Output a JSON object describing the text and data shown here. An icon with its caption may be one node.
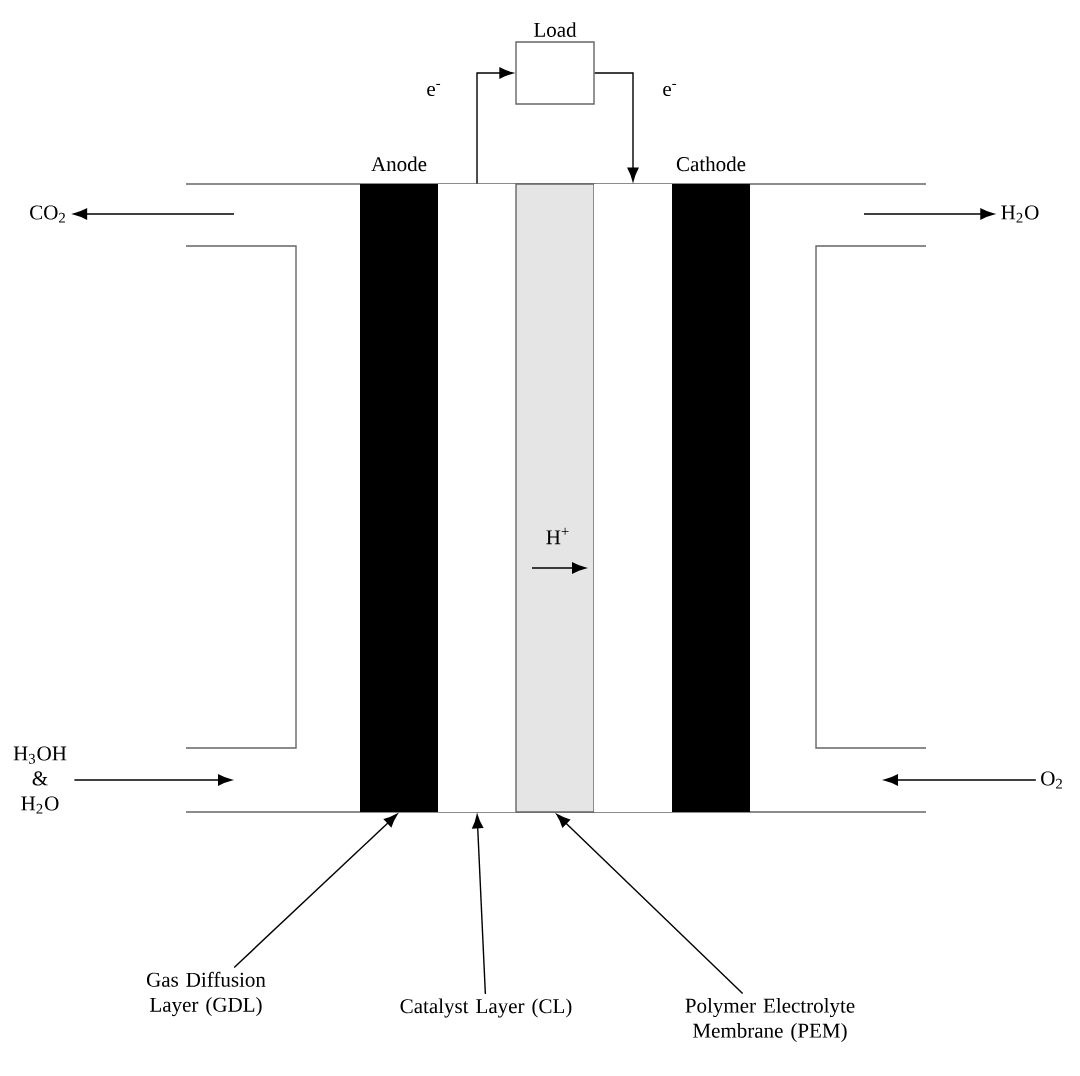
{
  "diagram": {
    "nodes": [
      {
        "text": [
          "Load"
        ]
      },
      {
        "text": [
          "Anode"
        ]
      },
      {
        "text": [],
        "shape": "bar"
      },
      {
        "text": [],
        "shape": "bar"
      },
      {
        "text": [],
        "shape": "bar"
      },
      {
        "text": [
          "Cathode"
        ]
      },
      {
        "text": [
          "CO$_{2}$"
        ]
      },
      {
        "text": [
          "H$_{2}$O"
        ]
      },
      {
        "text": [
          "H$_{3}$OH & H$_{2}$O"
        ]
      },
      {
        "text": [
          "O$_{2}$"
        ]
      },
      {
        "text": [
          "Gas Diffusion Layer (GDL)"
        ]
      },
      {
        "text": [
          "Catalyst Layer (CL)"
        ]
      },
      {
        "text": [
          "Polymer Electrolyte Membrane (PEM)"
        ]
      }
    ],
    "edges": [
      {
        "from": 2,
        "to": 0,
        "arrow": "to",
        "label": "e$^{-}$"
      },
      {
        "from": 0,
        "to": 4,
        "arrow": "to",
        "label": "e$^{-}$"
      },
      {
        "from": null,
        "to": 6,
        "arrow": "to"
      },
      {
        "from": null,
        "to": 7,
        "arrow": "to"
      },
      {
        "from": 8,
        "to": null,
        "arrow": "to"
      },
      {
        "from": 9,
        "to": null,
        "arrow": "to"
      },
      {
        "from": 10,
        "to": 1,
        "arrow": "to"
      },
      {
        "from": 11,
        "to": 2,
        "arrow": "to"
      },
      {
        "from": 12,
        "to": 3,
        "arrow": "to"
      }
    ],
    "labels": [
      "H$^{+}$"
    ]
  }
}
